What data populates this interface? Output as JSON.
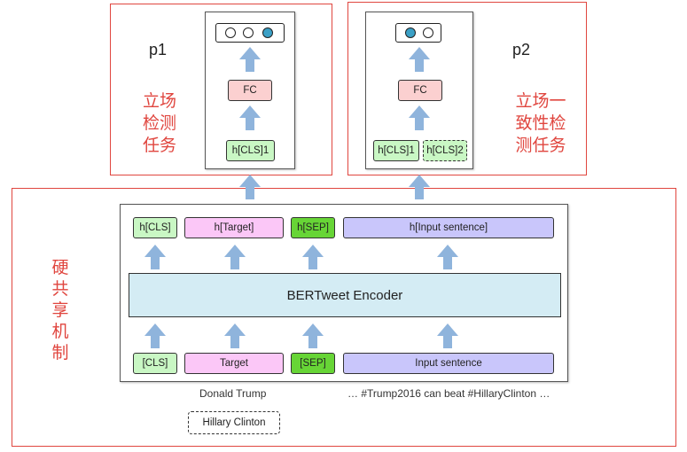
{
  "tasks": {
    "p1": {
      "label": "p1",
      "title": "立场检测任务",
      "fc": "FC",
      "h1": "h[CLS]1",
      "outputs": [
        "empty",
        "empty",
        "filled"
      ]
    },
    "p2": {
      "label": "p2",
      "title": "立场一致性检测任务",
      "fc": "FC",
      "h1": "h[CLS]1",
      "h2": "h[CLS]2",
      "outputs": [
        "filled",
        "empty"
      ]
    }
  },
  "shared": {
    "title": "硬共享机制",
    "encoder_label": "BERTweet Encoder",
    "hidden": {
      "cls": "h[CLS]",
      "target": "h[Target]",
      "sep": "h[SEP]",
      "input": "h[Input sentence]"
    },
    "inputs": {
      "cls": "[CLS]",
      "target": "Target",
      "sep": "[SEP]",
      "input": "Input sentence"
    },
    "examples": {
      "target": "Donald Trump",
      "sentence": "… #Trump2016 can beat #HillaryClinton …",
      "alt_target": "Hillary Clinton"
    }
  },
  "colors": {
    "accent_red": "#e0463f",
    "arrow_blue": "#8fb4dc",
    "cls_green": "#c9f7c4",
    "target_pink": "#fbc7f7",
    "sep_green": "#67d536",
    "input_lavender": "#c9c6fb",
    "fc_salmon": "#fbd0d0",
    "encoder_blue": "#d4ecf4",
    "output_filled": "#3ba0c6"
  }
}
